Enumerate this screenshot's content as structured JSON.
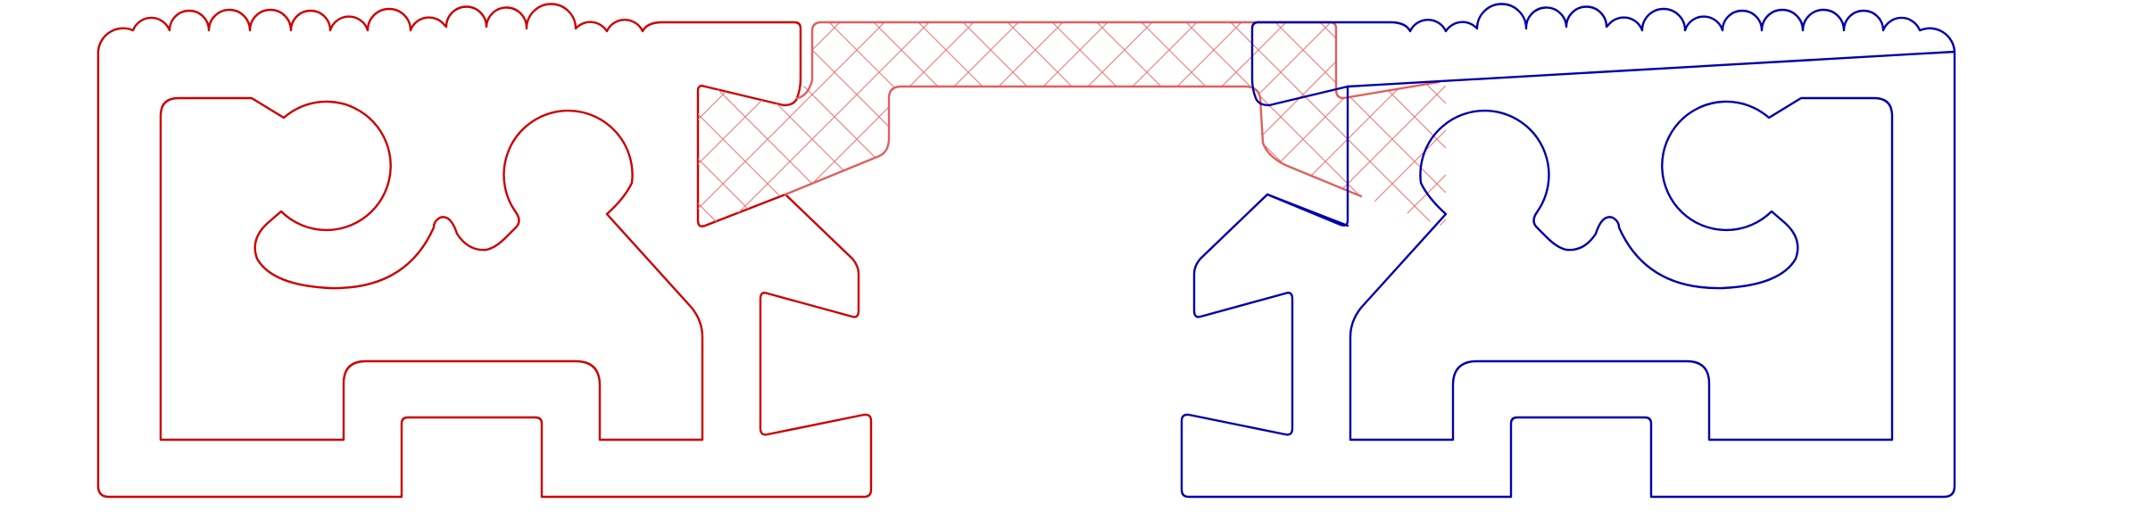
{
  "diagram": {
    "parts": [
      {
        "id": "left-profile",
        "color": "#cc0000",
        "role": "outline"
      },
      {
        "id": "center-insert",
        "color": "#e06060",
        "role": "hatched-section"
      },
      {
        "id": "right-profile",
        "color": "#0000aa",
        "role": "outline"
      }
    ],
    "hatch": {
      "color": "#ee7777",
      "pattern": "crosshatch"
    },
    "background": "#ffffff"
  }
}
